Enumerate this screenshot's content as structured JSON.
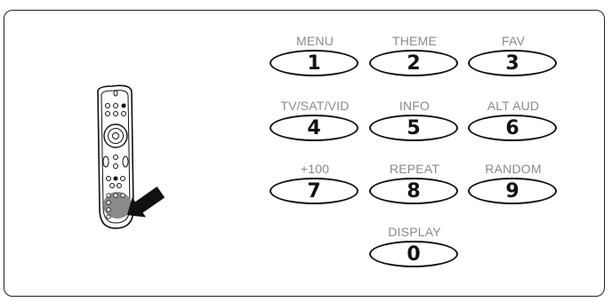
{
  "keypad": [
    {
      "label": "MENU",
      "digit": "1"
    },
    {
      "label": "THEME",
      "digit": "2"
    },
    {
      "label": "FAV",
      "digit": "3"
    },
    {
      "label": "TV/SAT/VID",
      "digit": "4"
    },
    {
      "label": "INFO",
      "digit": "5"
    },
    {
      "label": "ALT AUD",
      "digit": "6"
    },
    {
      "label": "+100",
      "digit": "7"
    },
    {
      "label": "REPEAT",
      "digit": "8"
    },
    {
      "label": "RANDOM",
      "digit": "9"
    },
    {
      "label": "DISPLAY",
      "digit": "0"
    }
  ],
  "colors": {
    "label": "#8a8a8a",
    "outline": "#111111",
    "highlight": "#888888"
  },
  "icons": {
    "remote": "remote-control-icon",
    "pointer": "pointer-arrow-icon"
  }
}
